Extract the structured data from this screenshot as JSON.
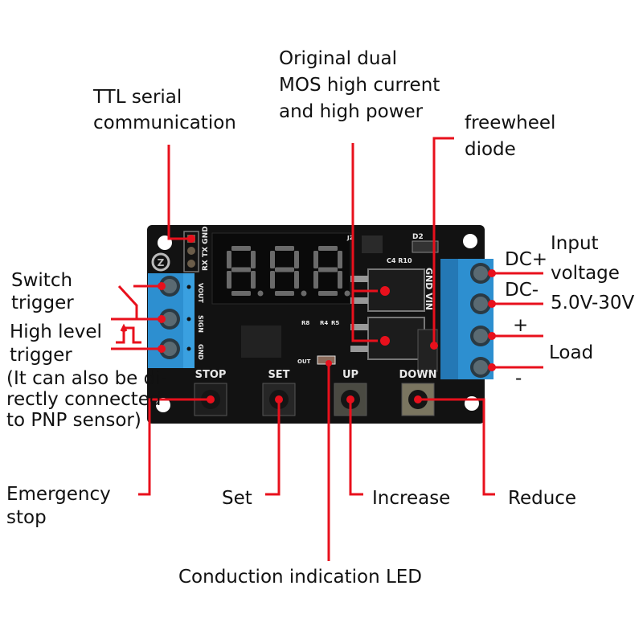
{
  "colors": {
    "pcb": "#121212",
    "terminal_blue": "#2d8fd0",
    "leader_red": "#e8101c",
    "display_segment": "#6a6a6a",
    "label_text": "#111111",
    "silkscreen": "#e8e8e8"
  },
  "board": {
    "display_digits": "888",
    "silkscreen": {
      "header_pins": [
        "GND",
        "TX",
        "RX"
      ],
      "left_terminal": [
        "VOUT",
        "SIGN",
        "GND"
      ],
      "right_terminal": "GND VIN",
      "refs": [
        "D2",
        "C4",
        "R10",
        "R8",
        "R4",
        "R5",
        "J2"
      ],
      "led_label": "OUT",
      "buttons": [
        "STOP",
        "SET",
        "UP",
        "DOWN"
      ]
    }
  },
  "callouts": {
    "ttl": [
      "TTL serial",
      "communication"
    ],
    "mos": [
      "Original dual",
      "MOS high current",
      "and high power"
    ],
    "diode": [
      "freewheel",
      "diode"
    ],
    "switch_trigger": [
      "Switch",
      "trigger"
    ],
    "high_level": [
      "High level",
      "trigger"
    ],
    "pnp_note": [
      "(It can also be di-",
      "rectly connected",
      "to PNP sensor)"
    ],
    "dc_plus": "DC+",
    "dc_minus": "DC-",
    "input_voltage": [
      "Input",
      "voltage",
      "5.0V-30V"
    ],
    "load_plus": "+",
    "load": "Load",
    "load_minus": "-",
    "emergency": [
      "Emergency",
      "stop"
    ],
    "set": "Set",
    "increase": "Increase",
    "reduce": "Reduce",
    "led": "Conduction indication LED"
  }
}
